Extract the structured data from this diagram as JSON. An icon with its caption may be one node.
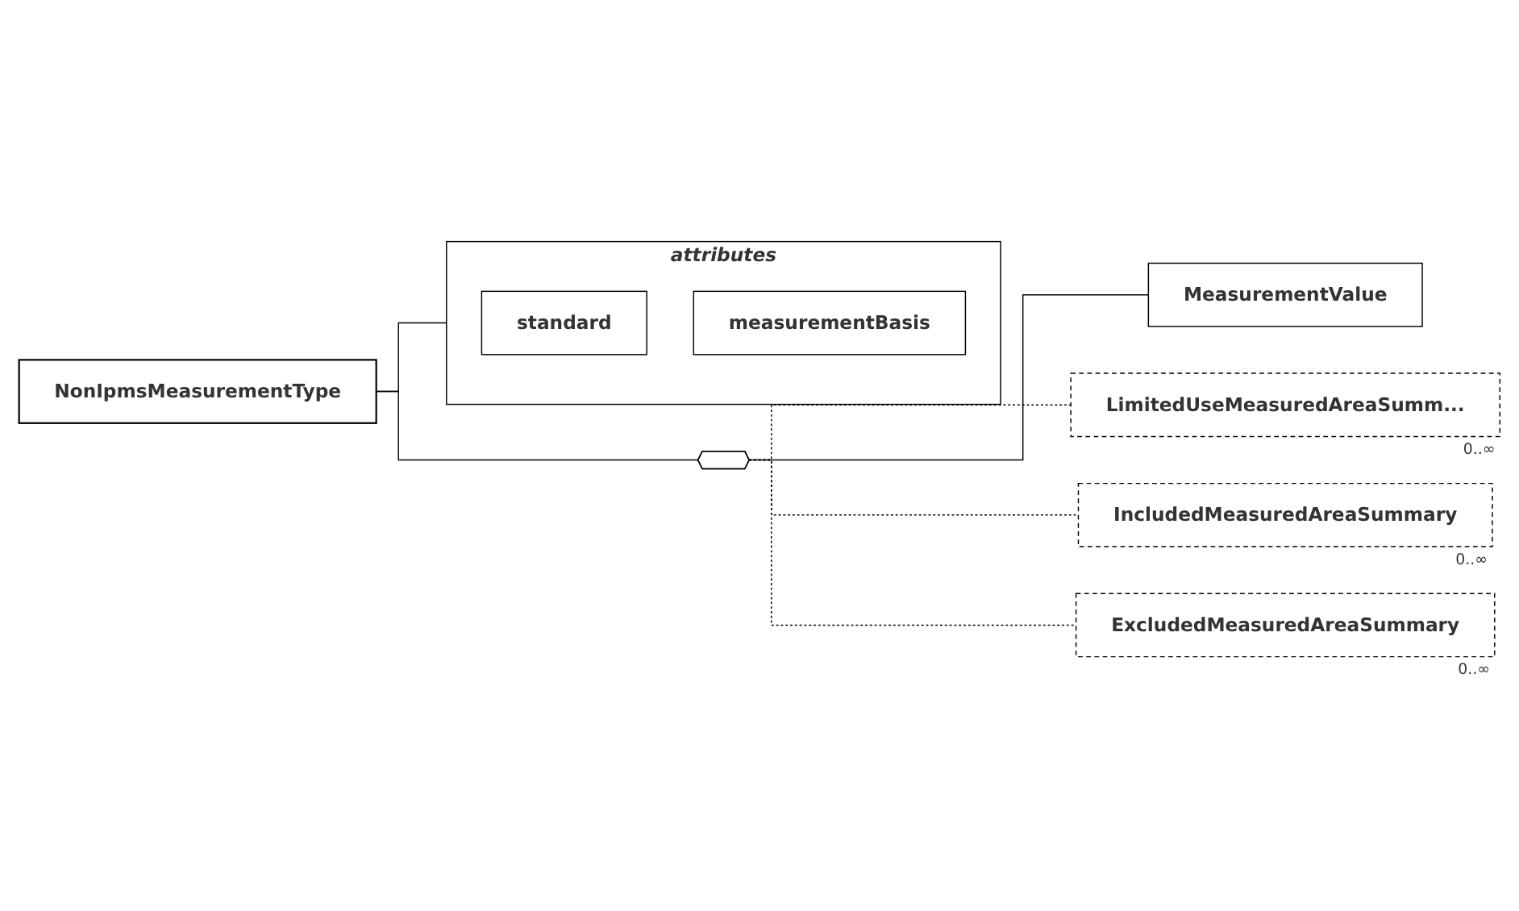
{
  "diagram": {
    "nodes": [
      {
        "text": [
          "NonIpmsMeasurementType"
        ]
      },
      {
        "text": [
          "attributes"
        ]
      },
      {
        "text": [
          "standard"
        ],
        "in": 1
      },
      {
        "text": [
          "measurementBasis"
        ],
        "in": 1
      },
      {
        "text": [],
        "shape": "octagon"
      },
      {
        "text": [
          "MeasurementValue"
        ]
      },
      {
        "text": [
          "LimitedUseMeasuredAreaSumm..."
        ],
        "beside": [
          "0..∞"
        ]
      },
      {
        "text": [
          "IncludedMeasuredAreaSummary"
        ],
        "beside": [
          "0..∞"
        ]
      },
      {
        "text": [
          "ExcludedMeasuredAreaSummary"
        ],
        "beside": [
          "0..∞"
        ]
      }
    ],
    "edges": [
      {
        "from": 0,
        "to": 1,
        "arrow": "none"
      },
      {
        "from": 0,
        "to": 4,
        "arrow": "none"
      },
      {
        "from": 4,
        "to": 5,
        "arrow": "none"
      },
      {
        "from": 4,
        "to": 6,
        "arrow": "none",
        "style": "dashed"
      },
      {
        "from": 4,
        "to": 7,
        "arrow": "none",
        "style": "dashed"
      },
      {
        "from": 4,
        "to": 8,
        "arrow": "none",
        "style": "dashed"
      }
    ]
  }
}
